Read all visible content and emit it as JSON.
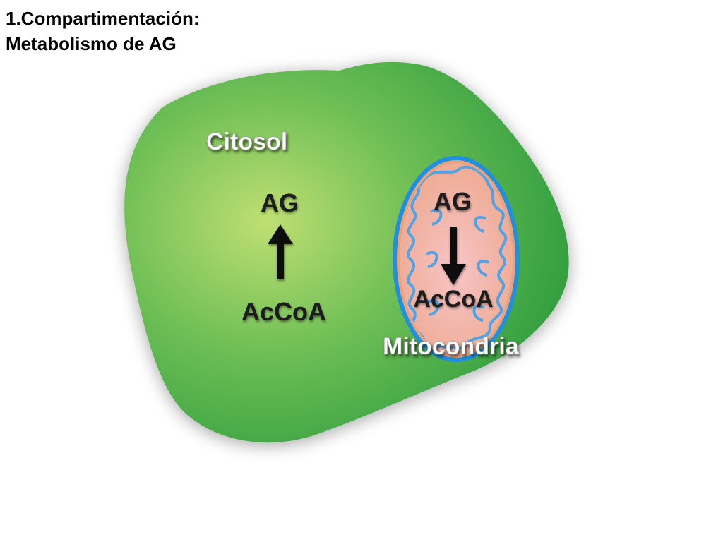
{
  "title": {
    "line1": "1.Compartimentación:",
    "line2": "Metabolismo de AG"
  },
  "cytosol": {
    "label": "Citosol",
    "top_label": "AG",
    "bottom_label": "AcCoA",
    "arrow_direction": "up"
  },
  "mitochondria": {
    "label": "Mitocondria",
    "top_label": "AG",
    "bottom_label": "AcCoA",
    "arrow_direction": "down"
  },
  "colors": {
    "cell_fill_light": "#b9dc6e",
    "cell_fill_dark": "#2f9a3e",
    "mito_outer": "#1f8fe0",
    "mito_inner_fill": "#f3b6b8",
    "mito_crista": "#4fa3e6",
    "label_white": "#ffffff",
    "label_dark": "#1a1a1a"
  }
}
